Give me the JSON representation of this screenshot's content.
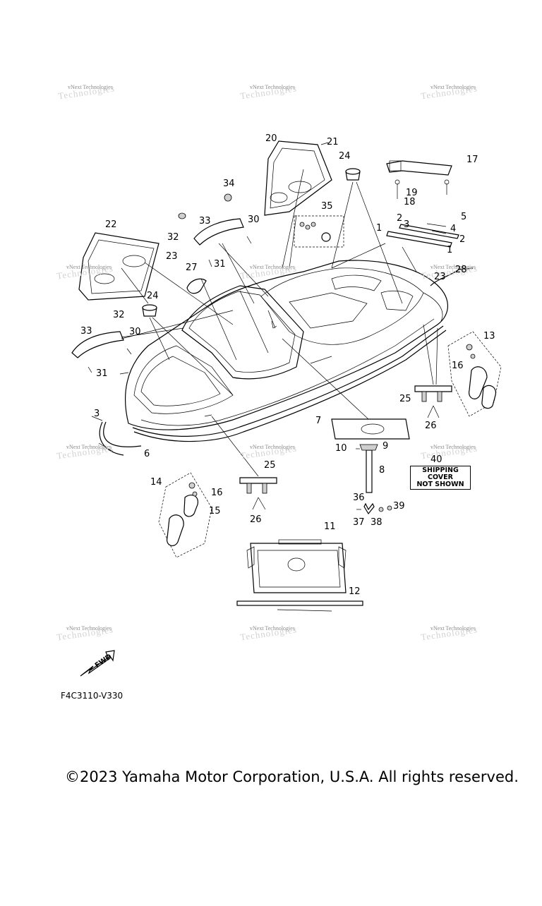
{
  "watermark": {
    "line1": "vNext Technologies",
    "line2": "Technologies"
  },
  "part_labels": [
    "1",
    "1",
    "2",
    "2",
    "3",
    "3",
    "4",
    "5",
    "6",
    "7",
    "8",
    "9",
    "10",
    "11",
    "12",
    "13",
    "14",
    "15",
    "16",
    "16",
    "17",
    "18",
    "19",
    "20",
    "21",
    "22",
    "23",
    "23",
    "24",
    "24",
    "25",
    "25",
    "26",
    "26",
    "27",
    "28",
    "30",
    "30",
    "31",
    "31",
    "32",
    "32",
    "33",
    "33",
    "34",
    "35",
    "36",
    "37",
    "38",
    "39",
    "40"
  ],
  "shipping_cover": {
    "line1": "SHIPPING COVER",
    "line2": "NOT SHOWN"
  },
  "fwd_label": "FWD",
  "diagram_code": "F4C3110-V330",
  "copyright": "©2023 Yamaha Motor Corporation, U.S.A. All rights reserved."
}
